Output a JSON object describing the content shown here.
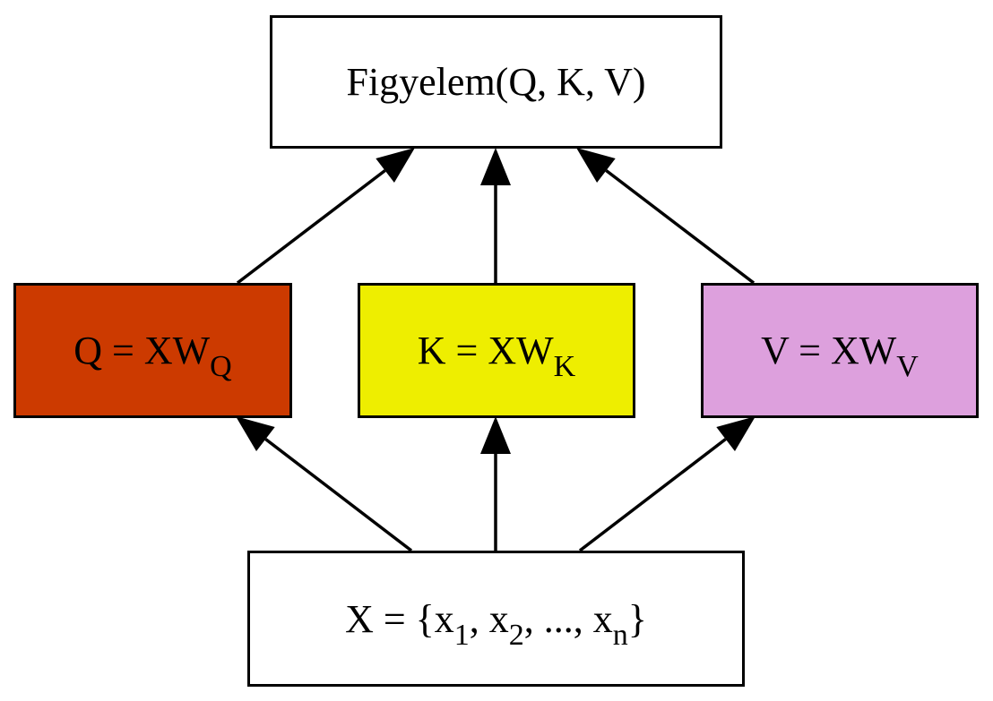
{
  "nodes": {
    "attention": {
      "label": "Figyelem(Q, K, V)",
      "fill": "#ffffff"
    },
    "query": {
      "label": "Q = XW",
      "subscript": "Q",
      "fill": "#cc3a00"
    },
    "key": {
      "label": "K = XW",
      "subscript": "K",
      "fill": "#eeee00"
    },
    "value": {
      "label": "V = XW",
      "subscript": "V",
      "fill": "#dda0dd"
    },
    "input": {
      "parts": [
        {
          "text": "X = {x",
          "sub": "1"
        },
        {
          "text": ", x",
          "sub": "2"
        },
        {
          "text": ", ..., x",
          "sub": "n"
        },
        {
          "text": "}"
        }
      ],
      "fill": "#ffffff"
    }
  },
  "edges": [
    {
      "from": "input",
      "to": "query"
    },
    {
      "from": "input",
      "to": "key"
    },
    {
      "from": "input",
      "to": "value"
    },
    {
      "from": "query",
      "to": "attention"
    },
    {
      "from": "key",
      "to": "attention"
    },
    {
      "from": "value",
      "to": "attention"
    }
  ],
  "colors": {
    "stroke": "#000000"
  }
}
